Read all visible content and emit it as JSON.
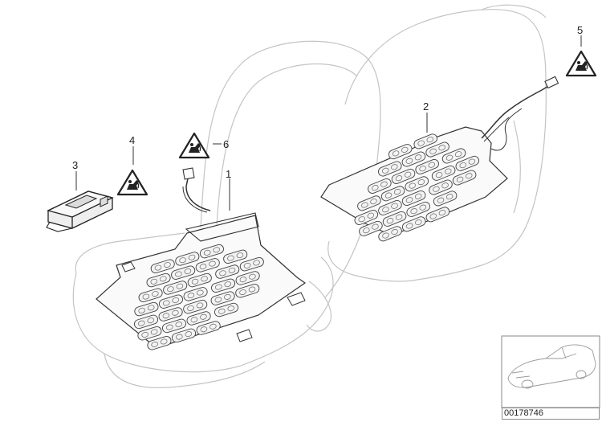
{
  "diagram": {
    "callouts": [
      {
        "id": "1",
        "label": "1"
      },
      {
        "id": "2",
        "label": "2"
      },
      {
        "id": "3",
        "label": "3"
      },
      {
        "id": "4",
        "label": "4"
      },
      {
        "id": "5",
        "label": "5"
      },
      {
        "id": "6",
        "label": "6"
      }
    ],
    "warning_icon": "airbag-warning-icon",
    "reference_number": "00178746"
  },
  "colors": {
    "line": "#333333",
    "ghost_line": "#bdbdbd",
    "accent_fill": "#dcdcdc"
  }
}
